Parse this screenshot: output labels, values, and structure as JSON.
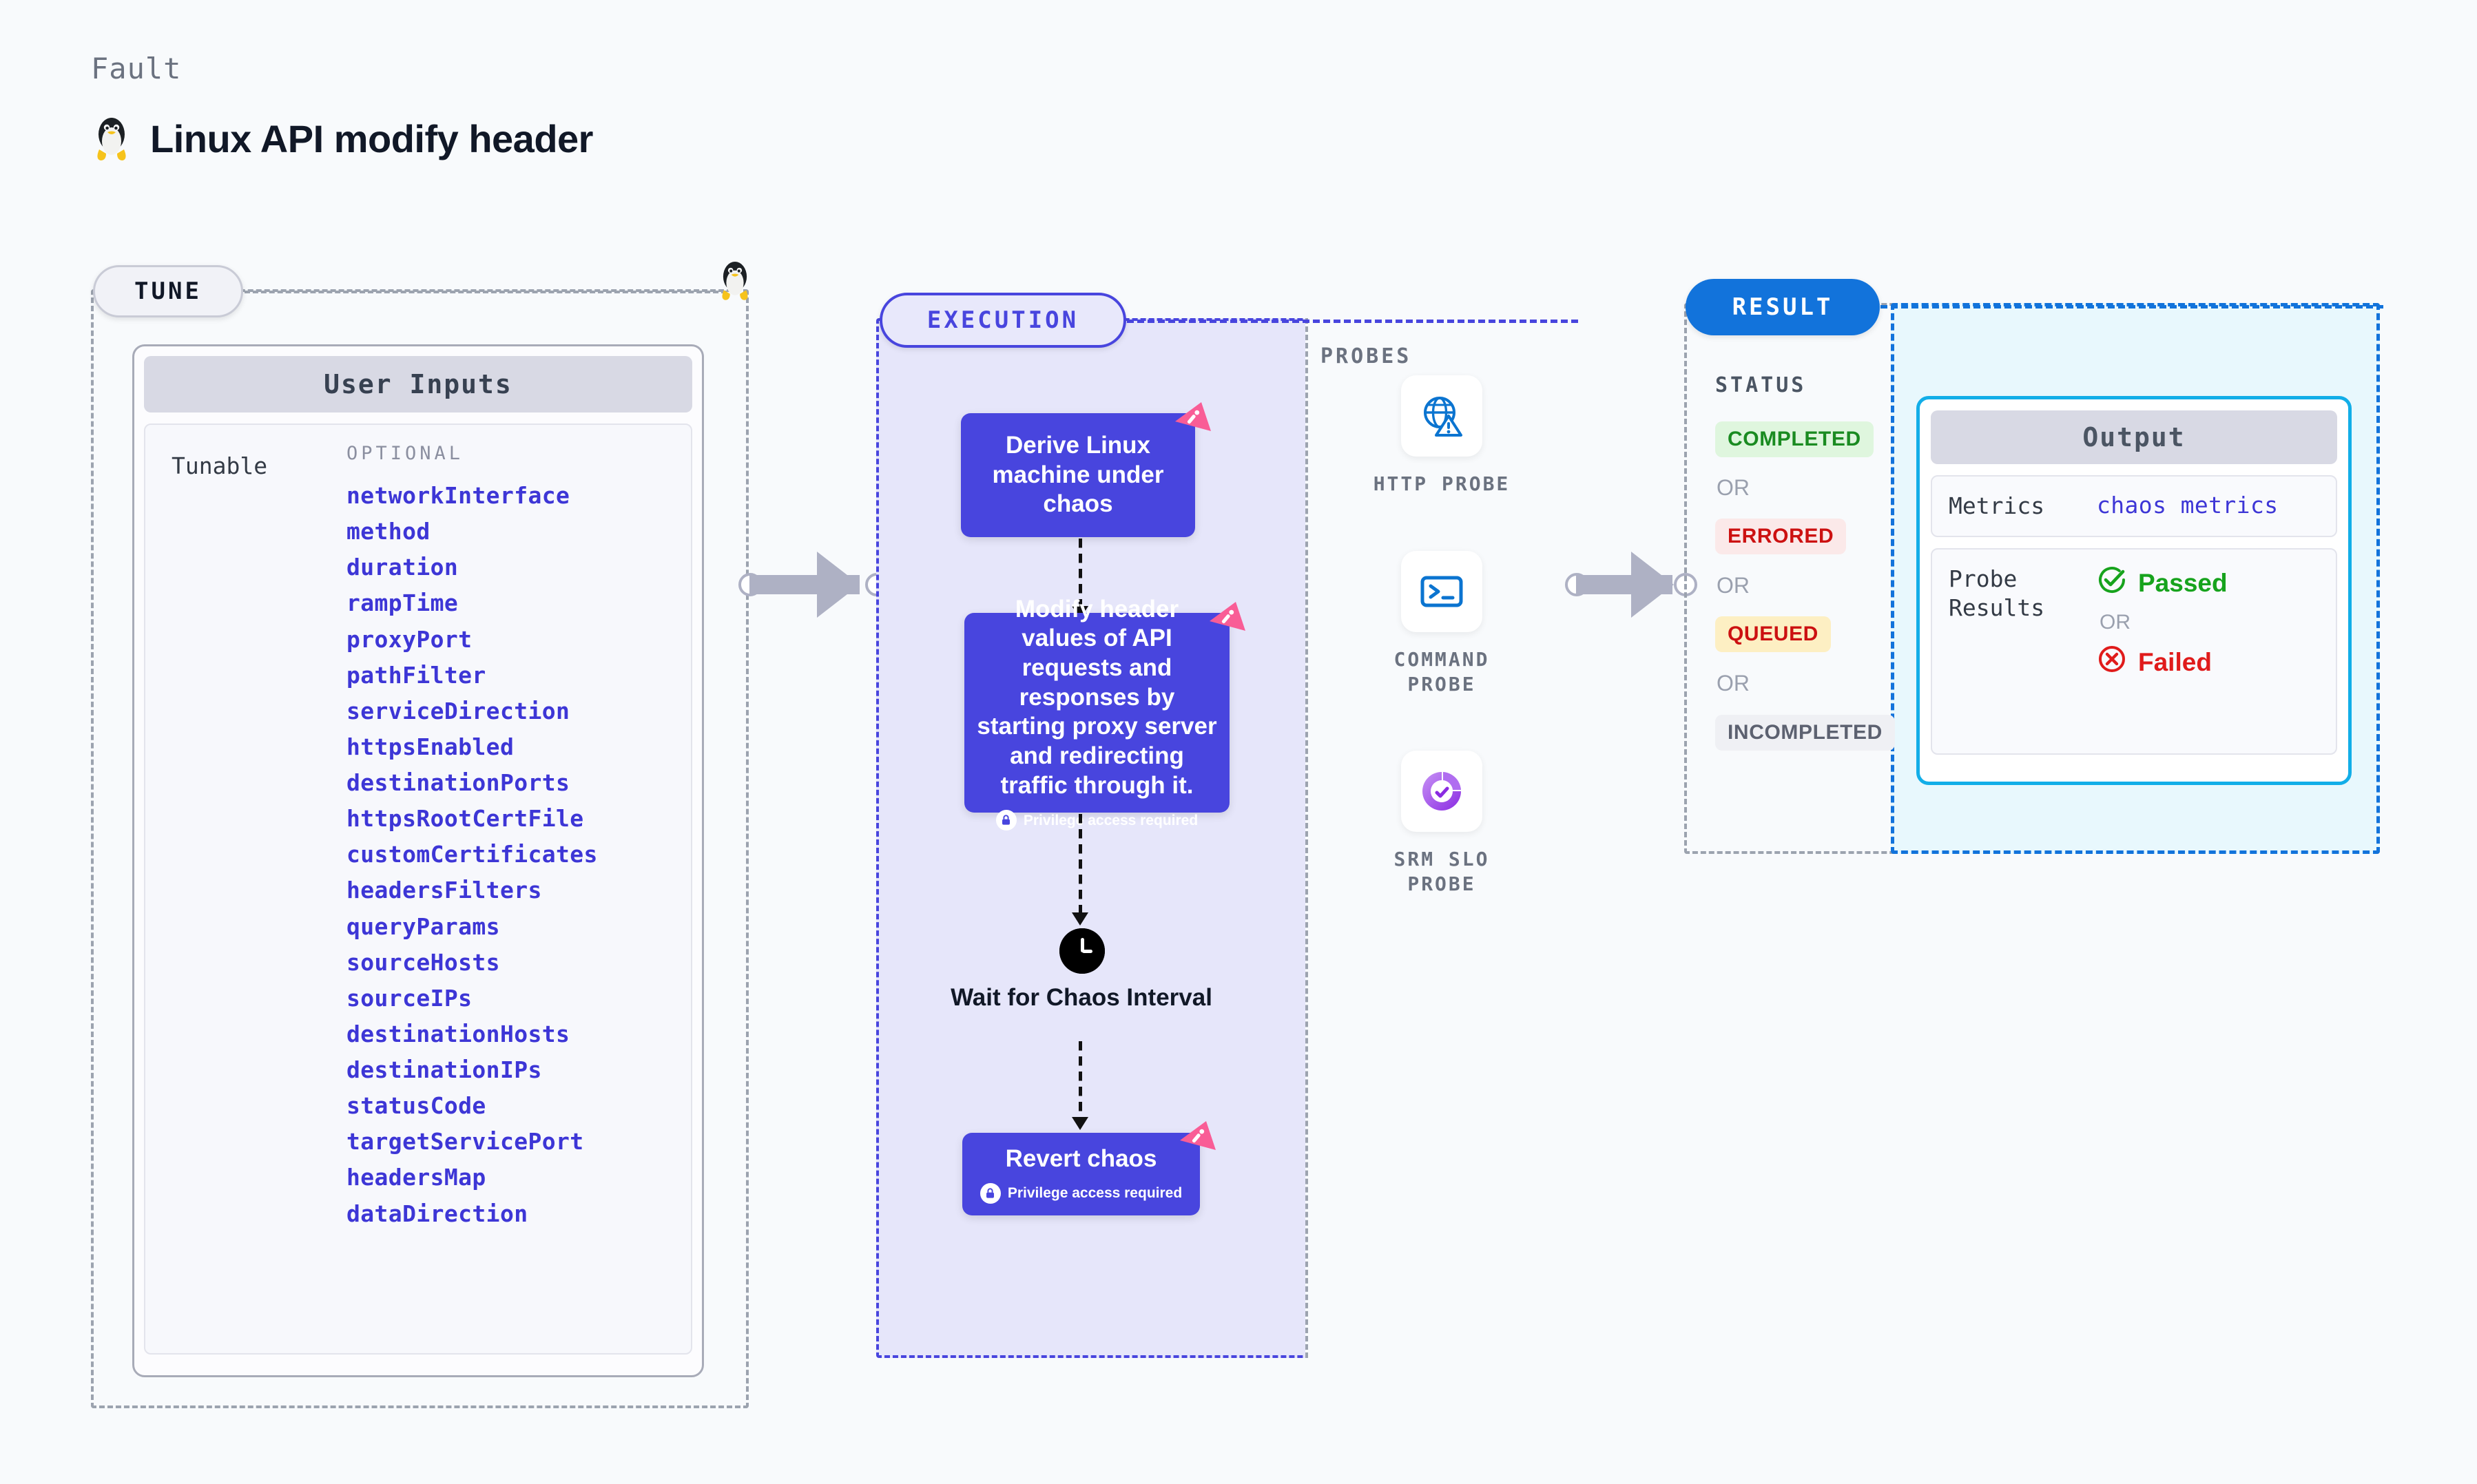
{
  "header": {
    "eyebrow": "Fault",
    "title": "Linux API modify header",
    "os_icon": "linux-penguin-icon"
  },
  "tune": {
    "badge": "TUNE",
    "card_title": "User Inputs",
    "group_label": "Tunable",
    "optional_label": "OPTIONAL",
    "params": [
      "networkInterface",
      "method",
      "duration",
      "rampTime",
      "proxyPort",
      "pathFilter",
      "serviceDirection",
      "httpsEnabled",
      "destinationPorts",
      "httpsRootCertFile",
      "customCertificates",
      "headersFilters",
      "queryParams",
      "sourceHosts",
      "sourceIPs",
      "destinationHosts",
      "destinationIPs",
      "statusCode",
      "targetServicePort",
      "headersMap",
      "dataDirection"
    ]
  },
  "execution": {
    "badge": "EXECUTION",
    "nodes": [
      {
        "label": "Derive Linux machine under chaos",
        "privilege": null
      },
      {
        "label": "Modify header values of API requests and responses by starting proxy server and redirecting traffic through it.",
        "privilege": "Privilege access required"
      },
      {
        "label": "Revert chaos",
        "privilege": "Privilege access required"
      }
    ],
    "wait_label": "Wait for Chaos Interval",
    "wait_icon": "clock-icon"
  },
  "probes": {
    "title": "PROBES",
    "items": [
      {
        "label": "HTTP PROBE",
        "icon": "globe-warning-icon"
      },
      {
        "label": "COMMAND PROBE",
        "icon": "terminal-icon"
      },
      {
        "label": "SRM SLO PROBE",
        "icon": "slo-donut-check-icon"
      }
    ]
  },
  "result": {
    "badge": "RESULT",
    "status_title": "STATUS",
    "or_label": "OR",
    "statuses": [
      {
        "label": "COMPLETED",
        "fg": "#1A8B21",
        "bg": "#DFF6DE"
      },
      {
        "label": "ERRORED",
        "fg": "#CC1111",
        "bg": "#FBE9E9"
      },
      {
        "label": "QUEUED",
        "fg": "#CC1111",
        "bg": "#FDEFC3"
      },
      {
        "label": "INCOMPLETED",
        "fg": "#5C6170",
        "bg": "#EFF0F4"
      }
    ],
    "output": {
      "title": "Output",
      "metrics_key": "Metrics",
      "metrics_value": "chaos metrics",
      "probe_key": "Probe Results",
      "passed_label": "Passed",
      "failed_label": "Failed",
      "or_label": "OR",
      "passed_icon": "check-circle-icon",
      "failed_icon": "x-circle-icon"
    }
  },
  "colors": {
    "node_purple": "#4845DE",
    "exec_bg": "#E6E6FA",
    "result_bg": "#E8F8FD",
    "result_badge": "#1273DB",
    "output_border": "#12AEE8",
    "param_blue": "#3D36D6",
    "ribbon_pink": "#F95D96",
    "connector_gray": "#AEB1C4",
    "page_bg": "#F8FAFC"
  }
}
